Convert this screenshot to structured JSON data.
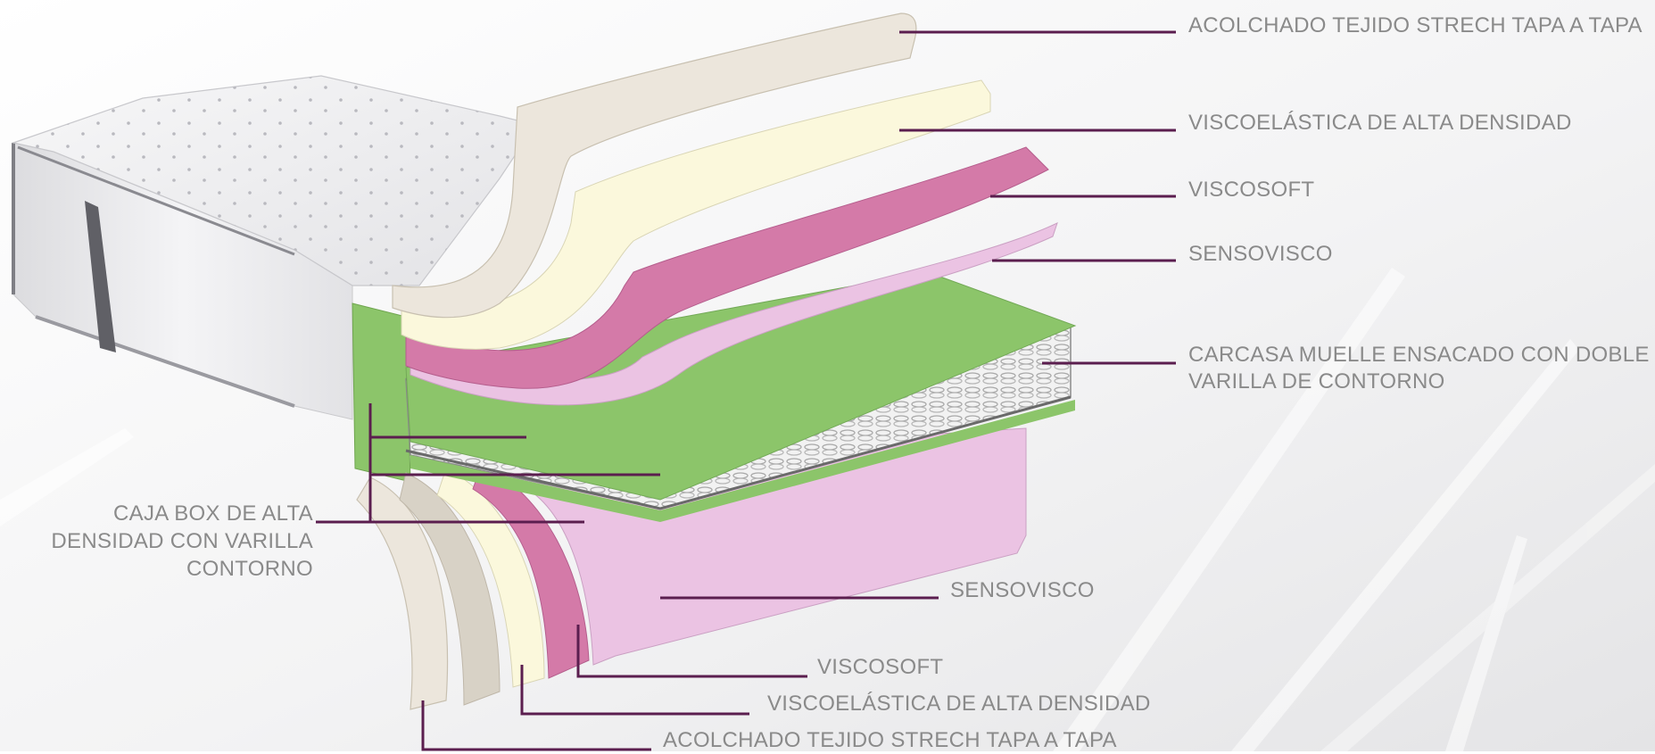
{
  "colors": {
    "leader": "#5b1e4f",
    "label_text": "#8a8a8a",
    "acolchado": "#ece6dc",
    "viscoelastica": "#fbf8dc",
    "viscosoft": "#d47aa8",
    "sensovisco": "#ebc3e3",
    "caja_box": "#8cc56a",
    "mattress_cover": "#eeeef0"
  },
  "labels": {
    "top_acolchado": "ACOLCHADO TEJIDO STRECH TAPA A TAPA",
    "top_viscoelastica": "VISCOELÁSTICA DE ALTA DENSIDAD",
    "top_viscosoft": "VISCOSOFT",
    "top_sensovisco": "SENSOVISCO",
    "carcasa_line1": "CARCASA MUELLE ENSACADO CON DOBLE",
    "carcasa_line2": "VARILLA DE CONTORNO",
    "caja_line1": "CAJA BOX DE ALTA",
    "caja_line2": "DENSIDAD CON VARILLA",
    "caja_line3": "CONTORNO",
    "bottom_sensovisco": "SENSOVISCO",
    "bottom_viscosoft": "VISCOSOFT",
    "bottom_viscoelastica": "VISCOELÁSTICA DE ALTA DENSIDAD",
    "bottom_acolchado": "ACOLCHADO TEJIDO STRECH TAPA A TAPA"
  }
}
